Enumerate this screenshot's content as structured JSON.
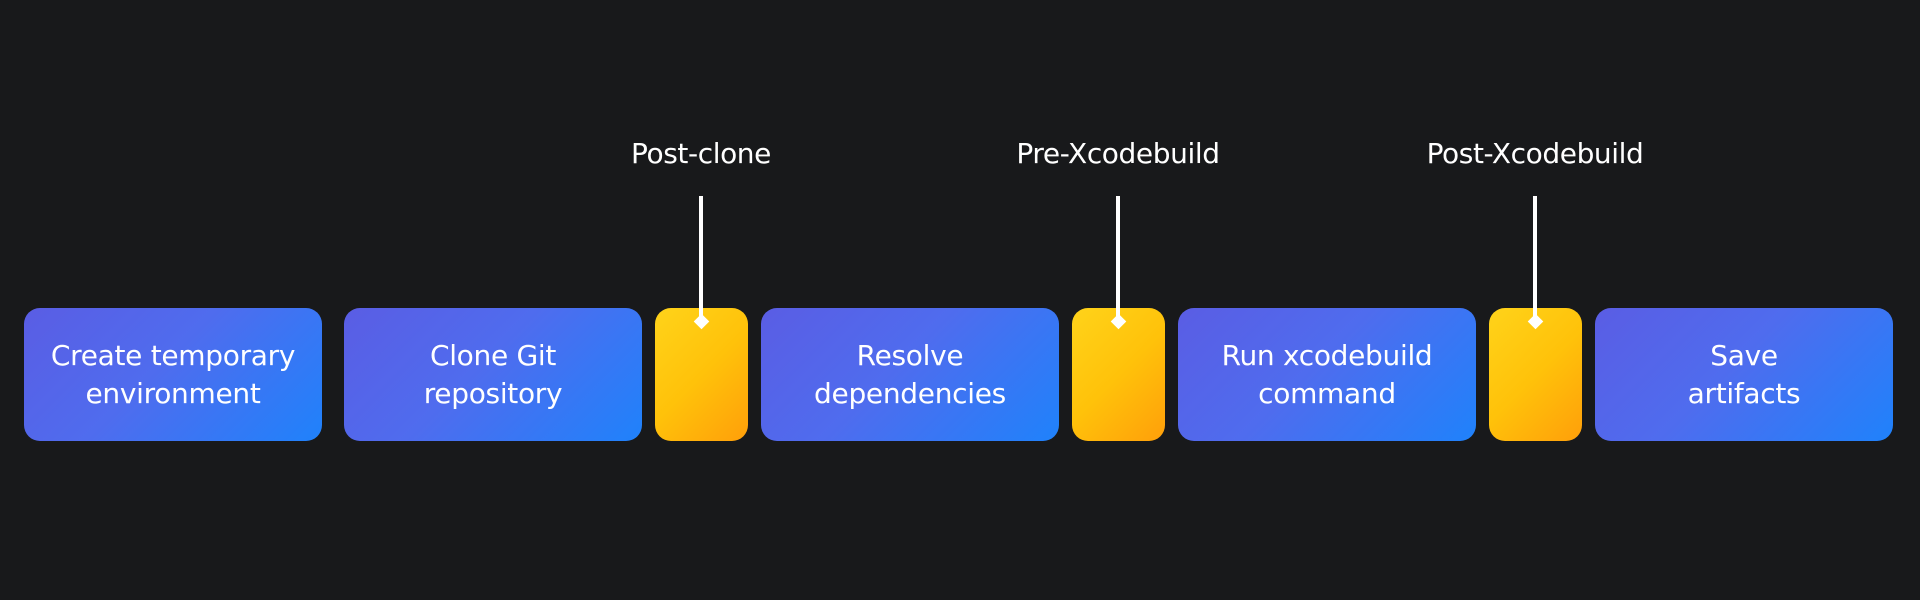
{
  "steps": [
    {
      "label": "Create temporary\nenvironment"
    },
    {
      "label": "Clone Git\nrepository"
    },
    {
      "label": "Resolve\ndependencies"
    },
    {
      "label": "Run xcodebuild\ncommand"
    },
    {
      "label": "Save\nartifacts"
    }
  ],
  "hooks": [
    {
      "label": "Post-clone"
    },
    {
      "label": "Pre-Xcodebuild"
    },
    {
      "label": "Post-Xcodebuild"
    }
  ],
  "colors": {
    "background": "#18191b",
    "step_gradient_start": "#5a5de4",
    "step_gradient_end": "#1f82fb",
    "hook_gradient_start": "#ffd31a",
    "hook_gradient_end": "#ff9f0a",
    "text": "#ffffff"
  }
}
